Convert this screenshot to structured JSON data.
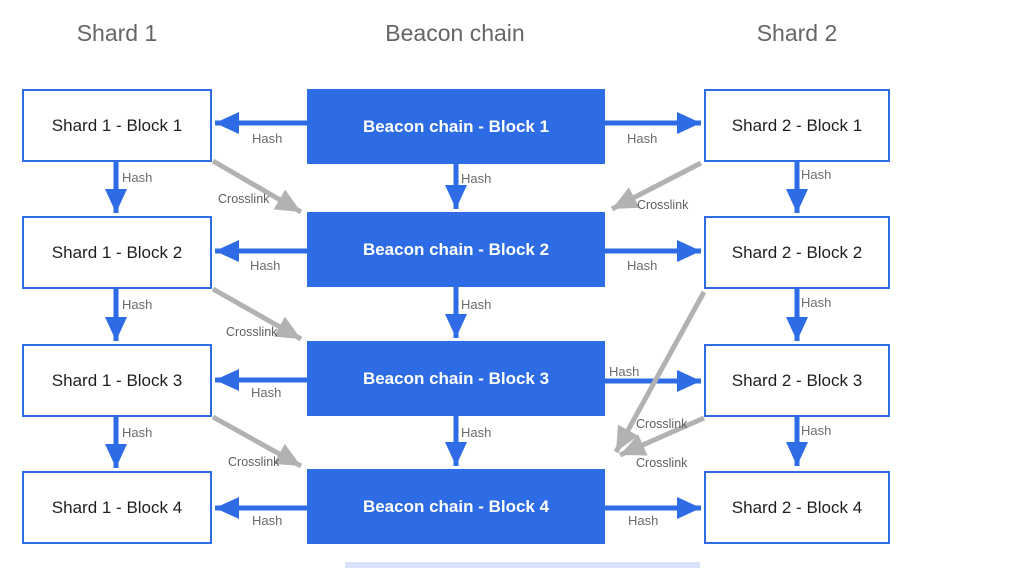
{
  "headers": {
    "shard1": "Shard 1",
    "beacon": "Beacon chain",
    "shard2": "Shard 2"
  },
  "blocks": {
    "shard1": [
      "Shard 1 - Block 1",
      "Shard 1 - Block 2",
      "Shard 1 - Block 3",
      "Shard 1 - Block 4"
    ],
    "beacon": [
      "Beacon chain - Block 1",
      "Beacon chain - Block 2",
      "Beacon chain - Block 3",
      "Beacon chain - Block 4"
    ],
    "shard2": [
      "Shard 2 - Block 1",
      "Shard 2 - Block 2",
      "Shard 2 - Block 3",
      "Shard 2 - Block 4"
    ]
  },
  "labels": {
    "hash": "Hash",
    "crosslink": "Crosslink"
  },
  "edges": [
    {
      "from": "beacon-block-1",
      "to": "shard1-block-1",
      "label": "Hash"
    },
    {
      "from": "beacon-block-2",
      "to": "shard1-block-2",
      "label": "Hash"
    },
    {
      "from": "beacon-block-3",
      "to": "shard1-block-3",
      "label": "Hash"
    },
    {
      "from": "beacon-block-4",
      "to": "shard1-block-4",
      "label": "Hash"
    },
    {
      "from": "beacon-block-1",
      "to": "shard2-block-1",
      "label": "Hash"
    },
    {
      "from": "beacon-block-2",
      "to": "shard2-block-2",
      "label": "Hash"
    },
    {
      "from": "beacon-block-3",
      "to": "shard2-block-3",
      "label": "Hash"
    },
    {
      "from": "beacon-block-4",
      "to": "shard2-block-4",
      "label": "Hash"
    },
    {
      "from": "shard1-block-1",
      "to": "shard1-block-2",
      "label": "Hash"
    },
    {
      "from": "shard1-block-2",
      "to": "shard1-block-3",
      "label": "Hash"
    },
    {
      "from": "shard1-block-3",
      "to": "shard1-block-4",
      "label": "Hash"
    },
    {
      "from": "beacon-block-1",
      "to": "beacon-block-2",
      "label": "Hash"
    },
    {
      "from": "beacon-block-2",
      "to": "beacon-block-3",
      "label": "Hash"
    },
    {
      "from": "beacon-block-3",
      "to": "beacon-block-4",
      "label": "Hash"
    },
    {
      "from": "shard2-block-1",
      "to": "shard2-block-2",
      "label": "Hash"
    },
    {
      "from": "shard2-block-2",
      "to": "shard2-block-3",
      "label": "Hash"
    },
    {
      "from": "shard2-block-3",
      "to": "shard2-block-4",
      "label": "Hash"
    },
    {
      "from": "shard1-block-1",
      "to": "beacon-block-2",
      "label": "Crosslink"
    },
    {
      "from": "shard1-block-2",
      "to": "beacon-block-3",
      "label": "Crosslink"
    },
    {
      "from": "shard1-block-3",
      "to": "beacon-block-4",
      "label": "Crosslink"
    },
    {
      "from": "shard2-block-1",
      "to": "beacon-block-2",
      "label": "Crosslink"
    },
    {
      "from": "shard2-block-2",
      "to": "beacon-block-4",
      "label": "Crosslink"
    },
    {
      "from": "shard2-block-3",
      "to": "beacon-block-4",
      "label": "Crosslink"
    }
  ],
  "colors": {
    "block_blue": "#2d6ce4",
    "crosslink_gray": "#b2b2b2",
    "header_text": "#656565",
    "label_text": "#6b6b6b",
    "box_text": "#1f1f1f"
  }
}
